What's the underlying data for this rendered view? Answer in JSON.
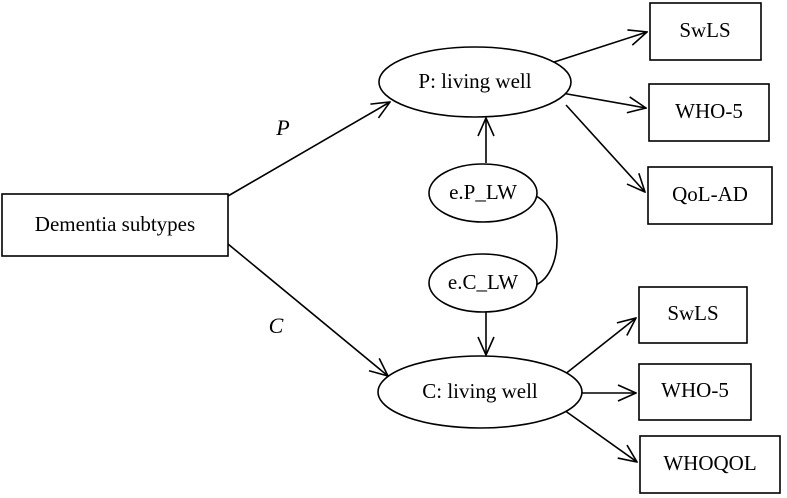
{
  "nodes": {
    "dementia": "Dementia subtypes",
    "p_living_well": "P: living well",
    "c_living_well": "C: living well",
    "e_p_lw": "e.P_LW",
    "e_c_lw": "e.C_LW",
    "p_swls": "SwLS",
    "p_who5": "WHO-5",
    "p_qol_ad": "QoL-AD",
    "c_swls": "SwLS",
    "c_who5": "WHO-5",
    "c_whoqol": "WHOQOL"
  },
  "path_labels": {
    "p": "P",
    "c": "C"
  }
}
